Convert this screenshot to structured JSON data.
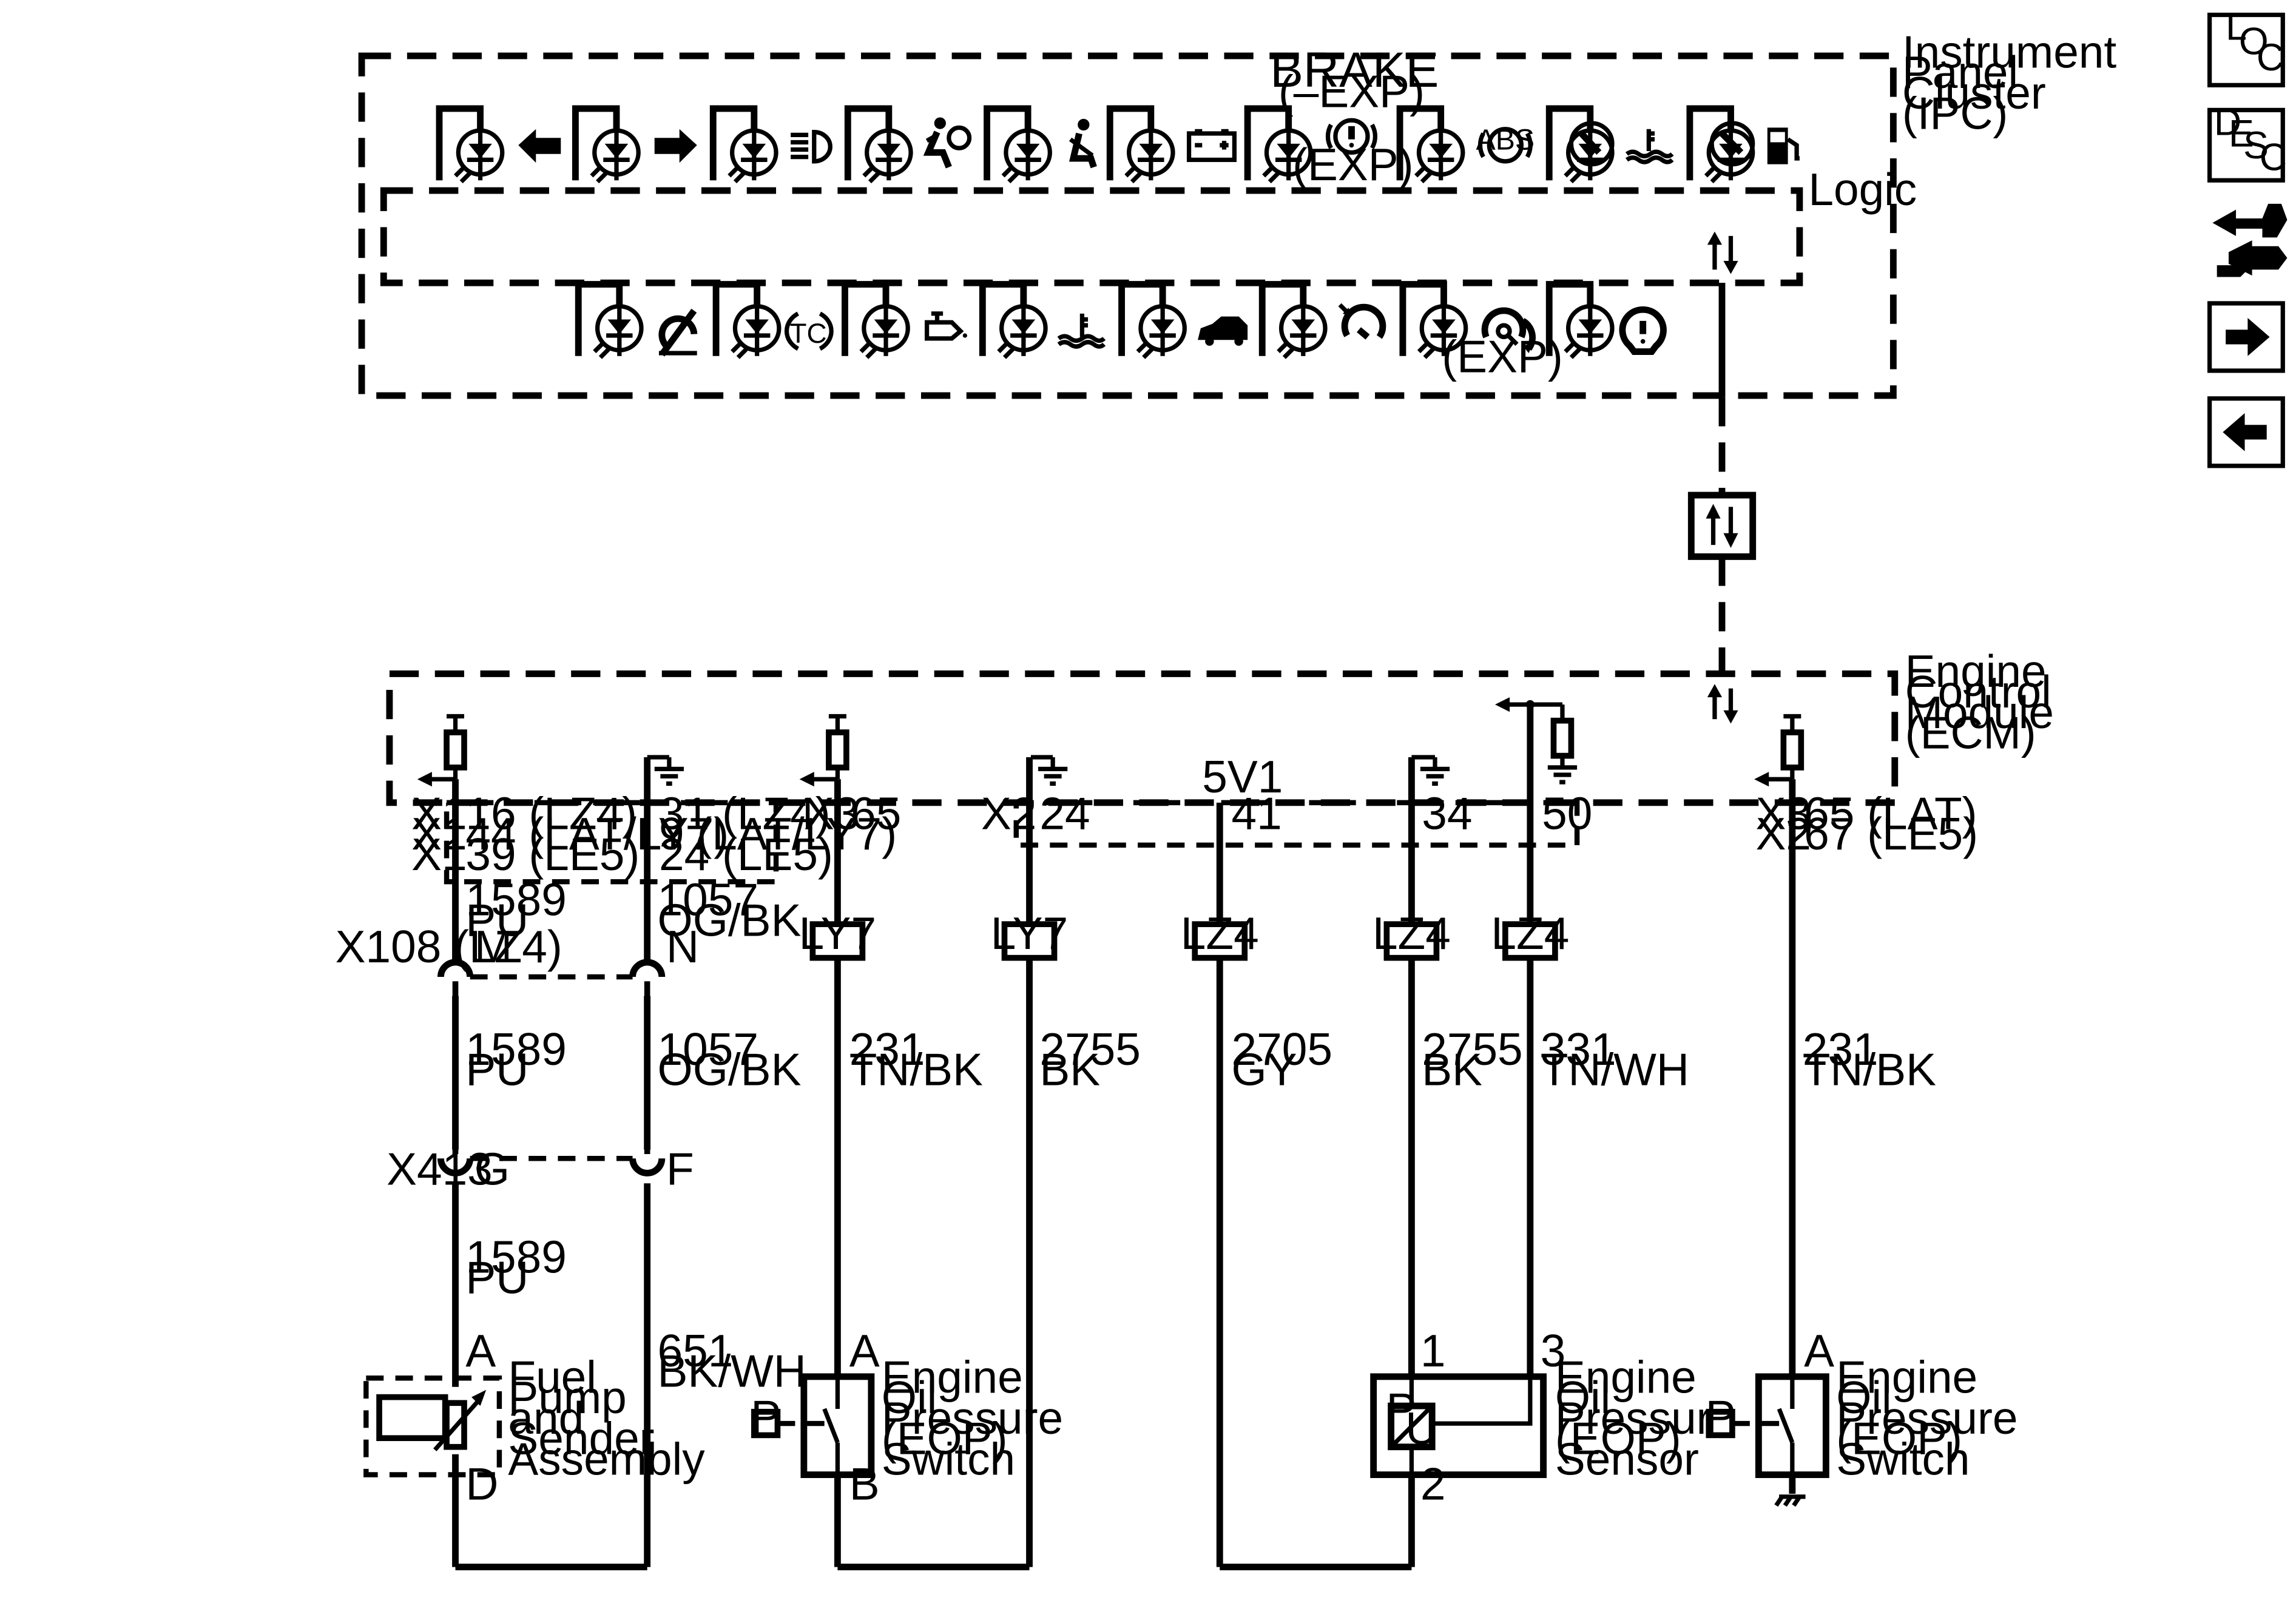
{
  "ipc": {
    "title_lines": [
      "Instrument",
      "Panel",
      "Cluster",
      "(IPC)"
    ],
    "logic_label": "Logic",
    "brake_label": "BRAKE",
    "brake_exp_top": "(–EXP)",
    "brake_exp_bottom": "(EXP)",
    "exp_label": "(EXP)",
    "abs_label": "ABS",
    "tc_label": "TC",
    "top_indicators": [
      "left-turn-arrow-icon",
      "right-turn-arrow-icon",
      "high-beam-icon",
      "airbag-icon",
      "seatbelt-icon",
      "battery-icon",
      "brake-warning-icon",
      "abs-icon",
      "coolant-temp-gauge-icon",
      "fuel-gauge-icon"
    ],
    "bottom_indicators": [
      "traction-off-icon",
      "traction-control-icon",
      "oil-pressure-icon",
      "coolant-temp-icon",
      "security-icon",
      "cruise-icon",
      "service-vehicle-icon",
      "tire-pressure-icon"
    ]
  },
  "ecm": {
    "title_lines": [
      "Engine",
      "Control",
      "Module",
      "(ECM)"
    ],
    "v5_label": "5V1"
  },
  "nav": {
    "loc": [
      "L",
      "O",
      "C"
    ],
    "desc": [
      "D",
      "E",
      "S",
      "C"
    ],
    "tools_icon": "connector-tools-icon",
    "next_icon": "next-page-icon",
    "prev_icon": "previous-page-icon"
  },
  "pins": {
    "col1_conn": [
      "X1",
      "X1",
      "X1"
    ],
    "col1_pins": [
      "16 (LZ4)",
      "44 (LAT/LY7)",
      "39 (LE5)"
    ],
    "col2_pins": [
      "31 (LZ4)",
      "9 (LAT/LY7)",
      "24 (LE5)"
    ],
    "c3_conn": "X3",
    "c3_pin": "65",
    "c4_conn": "X2",
    "c4_pin": "24",
    "c5_pin": "41",
    "c6_pin": "34",
    "c7_pin": "50",
    "c8_conn": [
      "X3",
      "X2"
    ],
    "c8_pins": [
      "65 (LAT)",
      "67 (LE5)"
    ]
  },
  "options": {
    "ly7": "LY7",
    "lz4": "LZ4"
  },
  "wires": {
    "w1a": [
      "1589",
      "PU"
    ],
    "w2a": [
      "1057",
      "OG/BK"
    ],
    "w1b": [
      "1589",
      "PU"
    ],
    "w2b": [
      "1057",
      "OG/BK"
    ],
    "w1c": [
      "1589",
      "PU"
    ],
    "w2c": [
      "651",
      "BK/WH"
    ],
    "w3": [
      "231",
      "TN/BK"
    ],
    "w4": [
      "2755",
      "BK"
    ],
    "w5": [
      "2705",
      "GY"
    ],
    "w6": [
      "2755",
      "BK"
    ],
    "w7": [
      "331",
      "TN/WH"
    ],
    "w8": [
      "231",
      "TN/BK"
    ]
  },
  "connectors": {
    "x108": "X108 (LZ4)",
    "x108_pin_m": "M",
    "x108_pin_n": "N",
    "x413": "X413",
    "x413_pin_g": "G",
    "x413_pin_f": "F"
  },
  "components": {
    "fuel_pump": [
      "Fuel",
      "Pump",
      "and",
      "Sender",
      "Assembly"
    ],
    "fuel_pin_a": "A",
    "fuel_pin_d": "D",
    "eop_switch1": [
      "Engine",
      "Oil",
      "Pressure",
      "(EOP)",
      "Switch"
    ],
    "sw1_pin_a": "A",
    "sw1_pin_b": "B",
    "eop_sensor": [
      "Engine",
      "Oil",
      "Pressure",
      "(EOP)",
      "Sensor"
    ],
    "sensor_pin_1": "1",
    "sensor_pin_2": "2",
    "sensor_pin_3": "3",
    "eop_switch2": [
      "Engine",
      "Oil",
      "Pressure",
      "(EOP)",
      "Switch"
    ],
    "sw2_pin_a": "A",
    "p_label": "P",
    "sensor_p": "P",
    "sensor_u": "U"
  }
}
